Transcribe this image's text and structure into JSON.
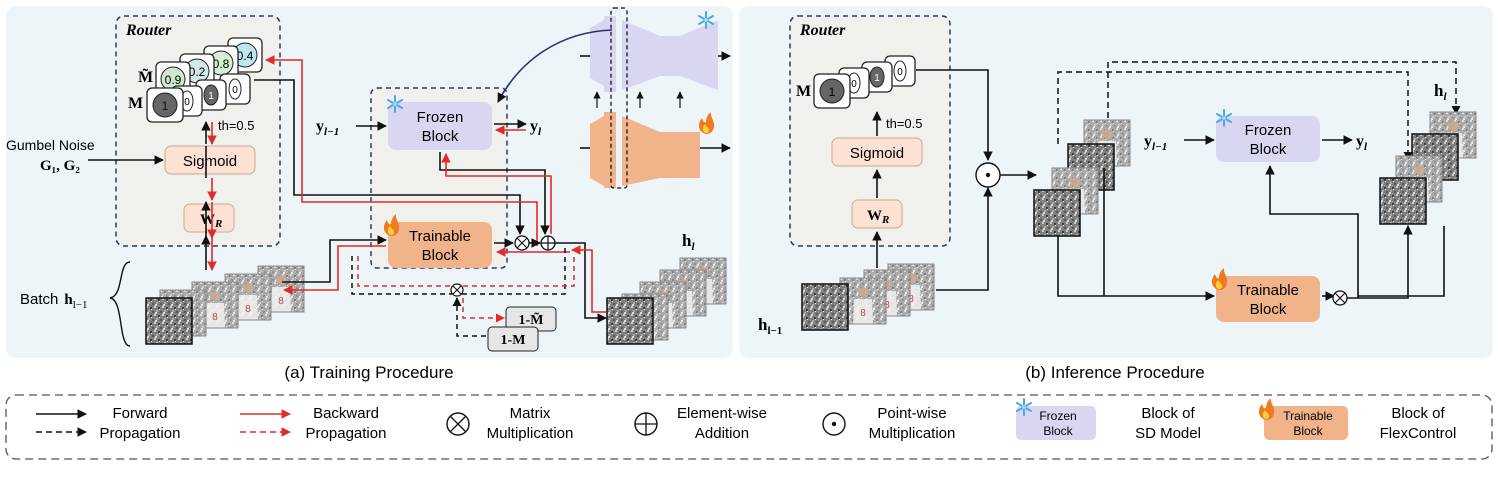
{
  "panel_a": {
    "caption": "(a) Training Procedure",
    "router_title": "Router",
    "mask_tilde_label": "M̃",
    "mask_label": "M",
    "mask_tilde_values": [
      "0.9",
      "0.2",
      "0.8",
      "0.4"
    ],
    "mask_values": [
      "1",
      "0",
      "1",
      "0"
    ],
    "threshold": "th=0.5",
    "gumbel_title": "Gumbel Noise",
    "gumbel_vars": "G₁, G₂",
    "sigmoid": "Sigmoid",
    "weight": "W",
    "weight_sub": "R",
    "frozen_block": [
      "Frozen",
      "Block"
    ],
    "trainable_block": [
      "Trainable",
      "Block"
    ],
    "input_y": "y",
    "input_y_sub": "l−1",
    "output_y": "y",
    "output_y_sub": "l",
    "output_h": "h",
    "output_h_sub": "l",
    "batch_label": "Batch",
    "batch_var": "h",
    "batch_sub": "l−1",
    "one_minus_mtilde": "1-M̃",
    "one_minus_m": "1-M"
  },
  "panel_b": {
    "caption": "(b) Inference Procedure",
    "router_title": "Router",
    "mask_label": "M",
    "mask_values": [
      "1",
      "0",
      "1",
      "0"
    ],
    "threshold": "th=0.5",
    "sigmoid": "Sigmoid",
    "weight": "W",
    "weight_sub": "R",
    "frozen_block": [
      "Frozen",
      "Block"
    ],
    "trainable_block": [
      "Trainable",
      "Block"
    ],
    "input_y": "y",
    "input_y_sub": "l−1",
    "output_y": "y",
    "output_y_sub": "l",
    "output_h": "h",
    "output_h_sub": "l",
    "input_h": "h",
    "input_h_sub": "l−1"
  },
  "legend": {
    "forward": [
      "Forward",
      "Propagation"
    ],
    "backward": [
      "Backward",
      "Propagation"
    ],
    "matrix": [
      "Matrix",
      "Multiplication"
    ],
    "elementwise": [
      "Element-wise",
      "Addition"
    ],
    "pointwise": [
      "Point-wise",
      "Multiplication"
    ],
    "frozen_chip": [
      "Frozen",
      "Block"
    ],
    "frozen_desc": [
      "Block of",
      "SD Model"
    ],
    "trainable_chip": [
      "Trainable",
      "Block"
    ],
    "trainable_desc": [
      "Block of",
      "FlexControl"
    ]
  },
  "colors": {
    "panel_bg": "#edf5f8",
    "router_bg": "#f0f0ec",
    "frozen": "#d9d6f2",
    "trainable": "#f1b48a",
    "sigmoid": "#fbe2d4",
    "forward": "#111111",
    "backward": "#e12a2a",
    "router_border": "#2b3a67"
  },
  "icons": [
    "snowflake-icon",
    "flame-icon"
  ]
}
